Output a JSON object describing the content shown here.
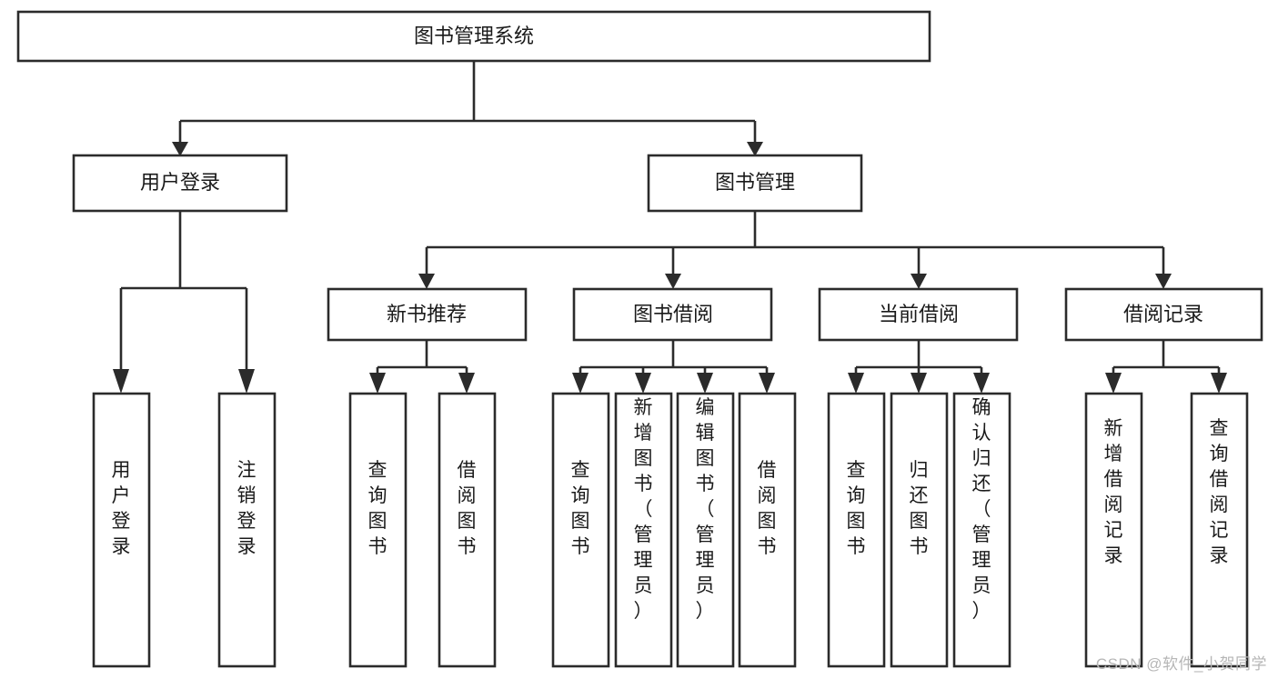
{
  "diagram": {
    "type": "tree",
    "title": "图书管理系统",
    "watermark": "CSDN @软件_小贺同学",
    "colors": {
      "stroke": "#2b2b2b",
      "fill": "#ffffff",
      "text": "#1a1a1a",
      "watermark": "#b6b6b6"
    },
    "root": {
      "label": "图书管理系统"
    },
    "level2": [
      {
        "label": "用户登录"
      },
      {
        "label": "图书管理"
      }
    ],
    "level3": [
      {
        "label": "新书推荐"
      },
      {
        "label": "图书借阅"
      },
      {
        "label": "当前借阅"
      },
      {
        "label": "借阅记录"
      }
    ],
    "leaves": {
      "user_login": [
        {
          "label": "用户登录"
        },
        {
          "label": "注销登录"
        }
      ],
      "new_book_recommend": [
        {
          "label": "查询图书"
        },
        {
          "label": "借阅图书"
        }
      ],
      "book_borrow": [
        {
          "label": "查询图书"
        },
        {
          "label": "新增图书（管理员）"
        },
        {
          "label": "编辑图书（管理员）"
        },
        {
          "label": "借阅图书"
        }
      ],
      "current_borrow": [
        {
          "label": "查询图书"
        },
        {
          "label": "归还图书"
        },
        {
          "label": "确认归还（管理员）"
        }
      ],
      "borrow_record": [
        {
          "label": "新增借阅记录"
        },
        {
          "label": "查询借阅记录"
        }
      ]
    }
  }
}
